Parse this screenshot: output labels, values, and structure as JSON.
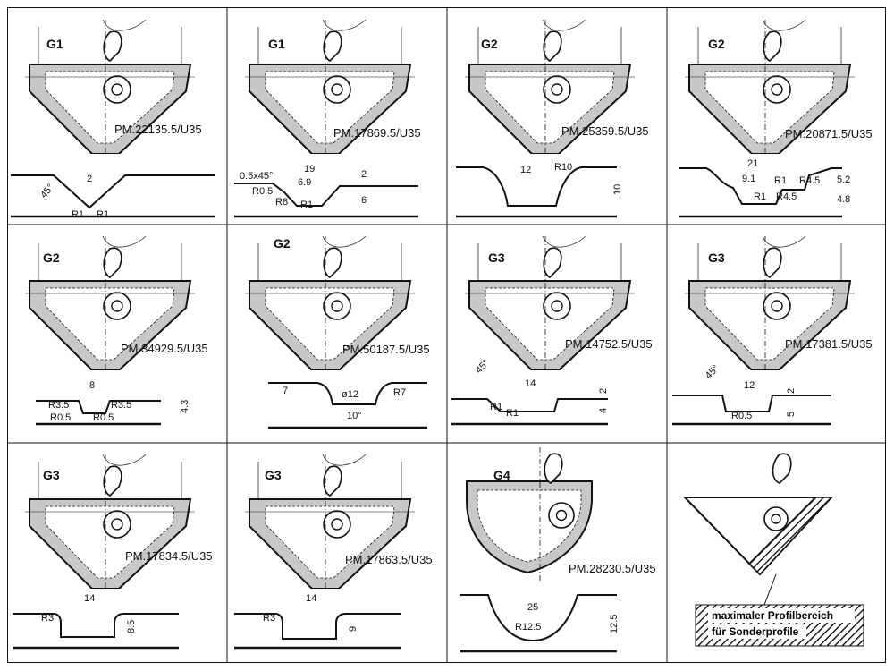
{
  "colors": {
    "cutter_fill": "#c8c8c8",
    "line": "#111111",
    "background": "#ffffff",
    "hatch": "#000000"
  },
  "icons": {
    "screw": "torx-screw-icon",
    "hatch": "hatch-pattern"
  },
  "cells": [
    {
      "group": "G1",
      "code": "PM.22135.5/U35",
      "labels": [
        "45°",
        "2",
        "R1",
        "R1"
      ]
    },
    {
      "group": "G1",
      "code": "PM.17869.5/U35",
      "labels": [
        "0.5x45°",
        "19",
        "6.9",
        "R0.5",
        "R8",
        "R1",
        "2",
        "6"
      ]
    },
    {
      "group": "G2",
      "code": "PM.25359.5/U35",
      "labels": [
        "12",
        "R10",
        "10"
      ]
    },
    {
      "group": "G2",
      "code": "PM.20871.5/U35",
      "labels": [
        "21",
        "9.1",
        "R1",
        "R4.5",
        "5.2",
        "R1",
        "R4.5",
        "4.8"
      ]
    },
    {
      "group": "G2",
      "code": "PM.34929.5/U35",
      "labels": [
        "8",
        "R3.5",
        "R3.5",
        "R0.5",
        "R0.5",
        "4.3"
      ]
    },
    {
      "group": "G2",
      "code": "PM.50187.5/U35",
      "labels": [
        "ø12",
        "7",
        "R7",
        "10°"
      ]
    },
    {
      "group": "G3",
      "code": "PM.14752.5/U35",
      "labels": [
        "45°",
        "14",
        "R1",
        "R1",
        "2",
        "4"
      ]
    },
    {
      "group": "G3",
      "code": "PM.17381.5/U35",
      "labels": [
        "45°",
        "12",
        "R0.5",
        "2",
        "5"
      ]
    },
    {
      "group": "G3",
      "code": "PM.17834.5/U35",
      "labels": [
        "14",
        "R3",
        "8.5"
      ]
    },
    {
      "group": "G3",
      "code": "PM.17863.5/U35",
      "labels": [
        "14",
        "R3",
        "9"
      ]
    },
    {
      "group": "G4",
      "code": "PM.28230.5/U35",
      "labels": [
        "25",
        "R12.5",
        "12.5"
      ]
    }
  ],
  "special": {
    "line1": "maximaler Profilbereich",
    "line2": "für Sonderprofile"
  }
}
